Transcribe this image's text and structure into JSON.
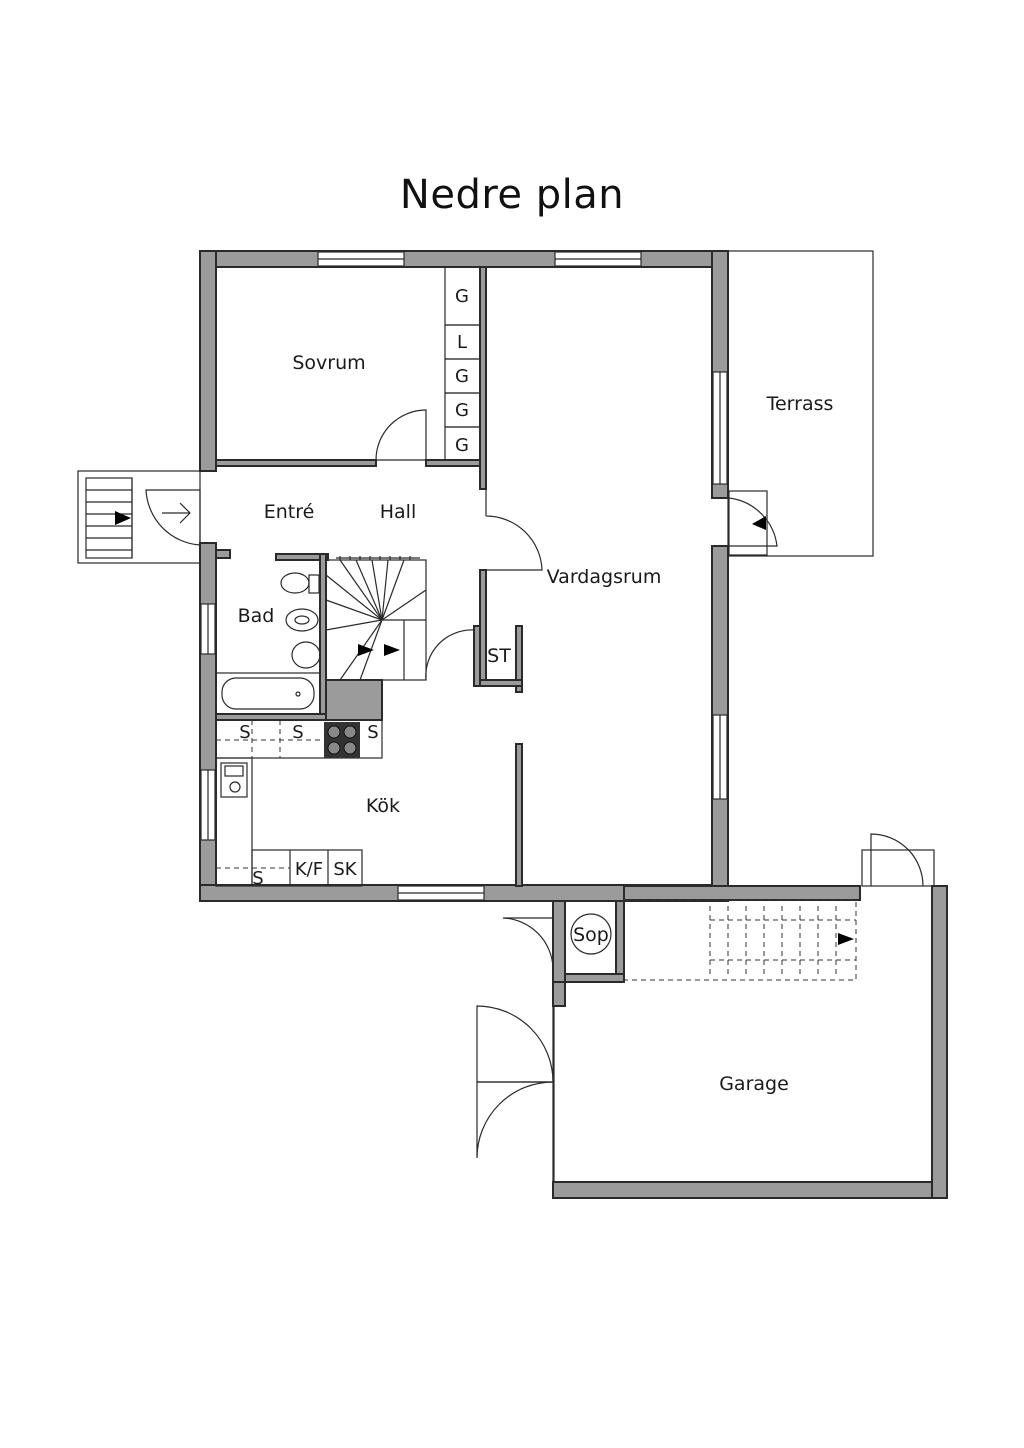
{
  "title": "Nedre plan",
  "rooms": {
    "sovrum": "Sovrum",
    "terrass": "Terrass",
    "entre": "Entré",
    "hall": "Hall",
    "vardagsrum": "Vardagsrum",
    "bad": "Bad",
    "st": "ST",
    "kok": "Kök",
    "sop": "Sop",
    "garage": "Garage"
  },
  "storage": {
    "g1": "G",
    "l": "L",
    "g2": "G",
    "g3": "G",
    "g4": "G"
  },
  "kitchen": {
    "s1": "S",
    "s2": "S",
    "s3": "S",
    "s4": "S",
    "kf": "K/F",
    "sk": "SK"
  },
  "colors": {
    "wall": "#9b9b9b",
    "line": "#2a2a2a",
    "background": "#ffffff"
  }
}
